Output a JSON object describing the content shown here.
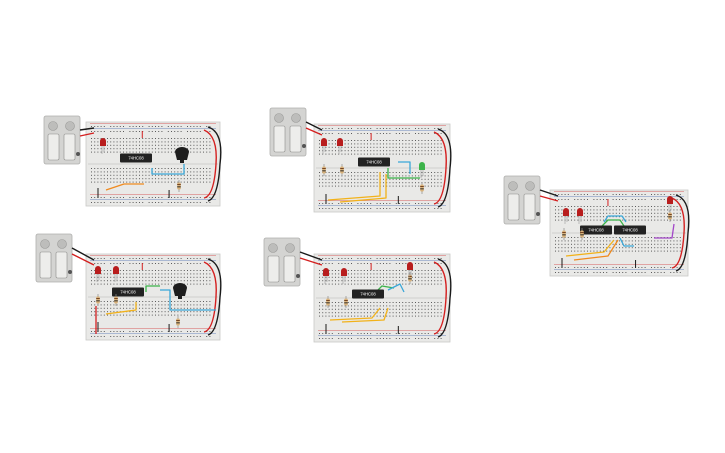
{
  "canvas": {
    "background": "#ffffff"
  },
  "colors": {
    "board": "#e9e9e7",
    "board_edge": "#c9c9c6",
    "hole": "#5a5a5a",
    "rail_red": "#d23a3a",
    "rail_blue": "#4a6fb3",
    "wire_red": "#d42020",
    "wire_black": "#1a1a1a",
    "wire_yellow": "#f2b21a",
    "wire_blue": "#3aa7d8",
    "wire_green": "#3cb34a",
    "wire_purple": "#a347c9",
    "wire_orange": "#f08a1e",
    "led_red": "#b81d1d",
    "led_green": "#3cb34a",
    "chip": "#222222",
    "battery_case": "#d4d4d2",
    "battery_cell": "#ededeb"
  },
  "chip_label": "74HC08",
  "circuits": [
    {
      "id": "circuit-1",
      "battery": true,
      "chips": 1,
      "leds": [
        "red"
      ],
      "buzzer": true,
      "wires": [
        "blue",
        "orange"
      ]
    },
    {
      "id": "circuit-2",
      "battery": true,
      "chips": 1,
      "leds": [
        "red",
        "red",
        "green"
      ],
      "buzzer": false,
      "wires": [
        "yellow",
        "green",
        "blue"
      ]
    },
    {
      "id": "circuit-3",
      "battery": true,
      "chips": 1,
      "leds": [
        "red",
        "red"
      ],
      "buzzer": true,
      "wires": [
        "yellow",
        "green",
        "blue"
      ]
    },
    {
      "id": "circuit-4",
      "battery": true,
      "chips": 1,
      "leds": [
        "red",
        "red",
        "red"
      ],
      "buzzer": false,
      "wires": [
        "yellow",
        "green",
        "blue"
      ]
    },
    {
      "id": "circuit-5",
      "battery": true,
      "chips": 2,
      "leds": [
        "red",
        "red",
        "red"
      ],
      "buzzer": false,
      "wires": [
        "yellow",
        "green",
        "blue",
        "purple",
        "orange"
      ]
    }
  ]
}
